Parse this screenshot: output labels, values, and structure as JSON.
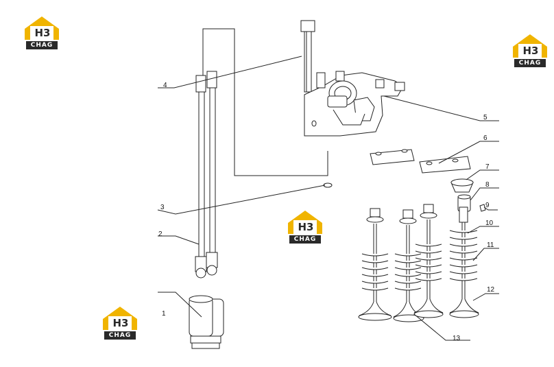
{
  "logo": {
    "mark": "H3",
    "text": "CHAG",
    "accent": "#f0b400",
    "dark": "#2a2a2a"
  },
  "callouts": {
    "c1": "1",
    "c2": "2",
    "c3": "3",
    "c4": "4",
    "c5": "5",
    "c6": "6",
    "c7": "7",
    "c8": "8",
    "c9": "9",
    "c10": "10",
    "c11": "11",
    "c12": "12",
    "c13": "13"
  }
}
